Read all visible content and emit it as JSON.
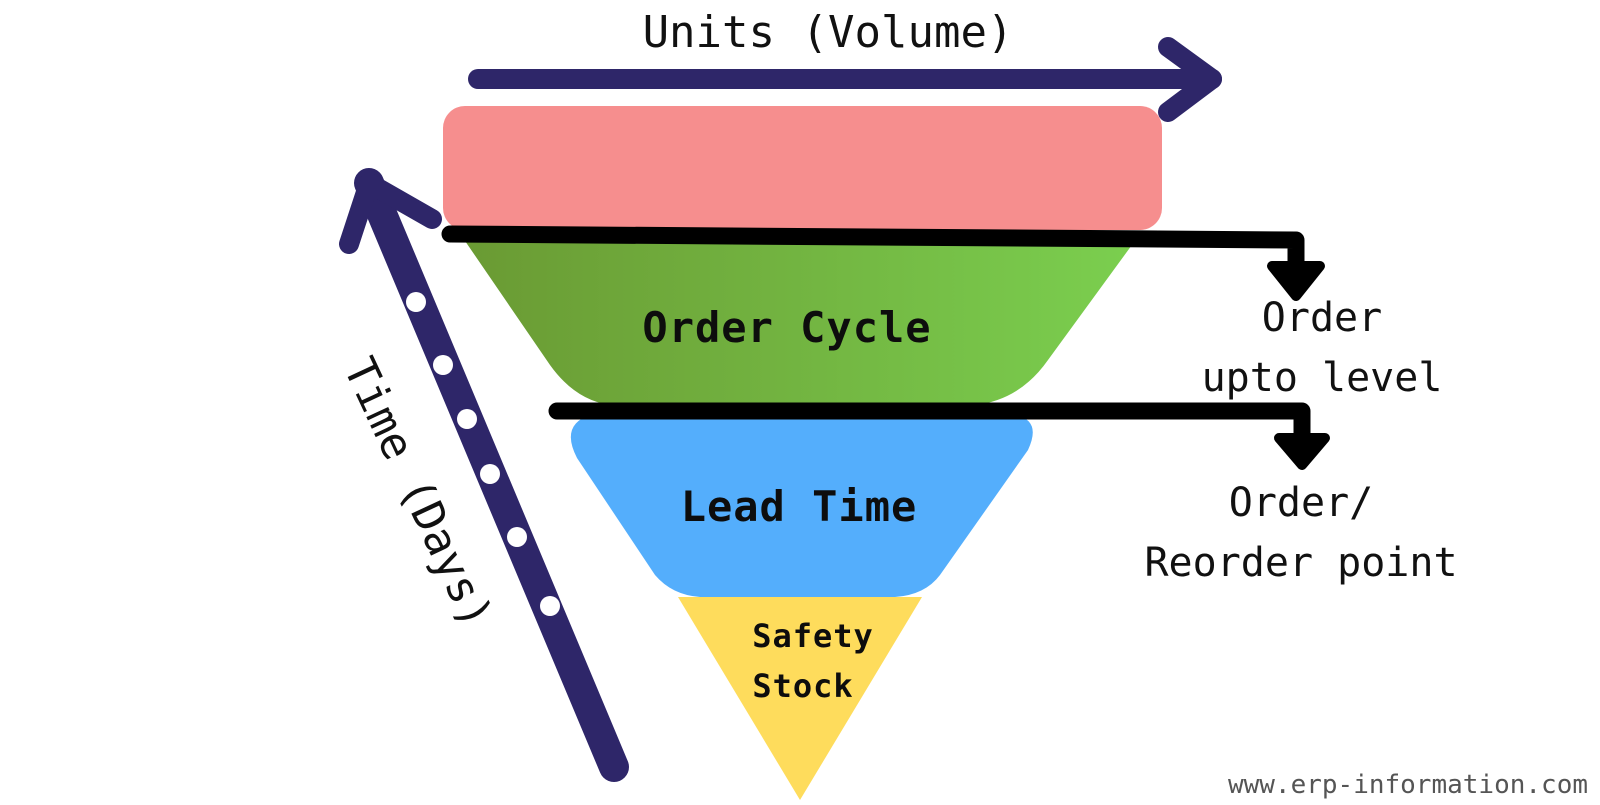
{
  "title": "Units (Volume)",
  "axis_time": "Time (Days)",
  "tiers": {
    "order_cycle": "Order Cycle",
    "lead_time": "Lead Time",
    "safety_stock_line1": "Safety",
    "safety_stock_line2": "Stock"
  },
  "markers": {
    "order_upto_line1": "Order",
    "order_upto_line2": "upto level",
    "reorder_line1": "Order/",
    "reorder_line2": "Reorder point"
  },
  "watermark": "www.erp-information.com",
  "colors": {
    "arrow": "#2e2669",
    "top_band": "#f68e8e",
    "green_dark": "#6a9a33",
    "green_light": "#7bcf4f",
    "blue": "#54aefc",
    "yellow": "#fedc5c",
    "black_line": "#000000"
  }
}
